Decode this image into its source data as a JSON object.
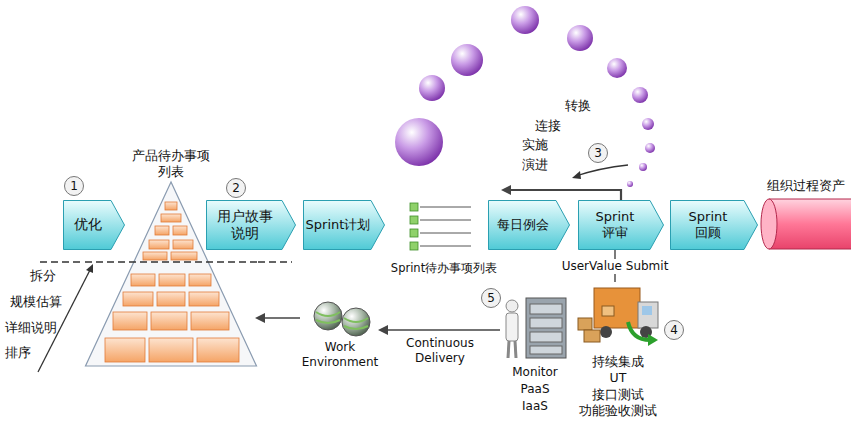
{
  "diagram": {
    "nodes": [
      {
        "text": [
          "优化"
        ]
      },
      {
        "text": [
          "产品待办事项列表"
        ]
      },
      {
        "text": [
          "用户故事 说明"
        ]
      },
      {
        "text": [
          "Sprint计划"
        ]
      },
      {
        "text": [
          "Sprint待办事项列表"
        ]
      },
      {
        "text": [
          "每日例会"
        ]
      },
      {
        "text": [
          "Sprint 评审"
        ]
      },
      {
        "text": [
          "Sprint 回顾"
        ]
      },
      {
        "text": [
          "组织过程资产"
        ]
      },
      {
        "text": [
          "持续集成",
          "UT",
          "接口测试",
          "功能验收测试"
        ]
      },
      {
        "text": [
          "Monitor",
          "PaaS",
          "IaaS"
        ]
      },
      {
        "text": [
          "Work Environment"
        ]
      }
    ],
    "edges": [
      {
        "from": 6,
        "to": 4,
        "arrow": "to"
      },
      {
        "from": 6,
        "to": 9,
        "label": "UserValue Submit",
        "arrow": "none"
      },
      {
        "from": 10,
        "to": 11,
        "label": "Continuous Delivery",
        "arrow": "to"
      },
      {
        "from": 11,
        "to": 1,
        "arrow": "to"
      }
    ],
    "labels": [
      "1",
      "2",
      "3",
      "4",
      "5",
      "转换",
      "连接",
      "实施",
      "演进",
      "拆分",
      "规模估算",
      "详细说明",
      "排序"
    ]
  }
}
